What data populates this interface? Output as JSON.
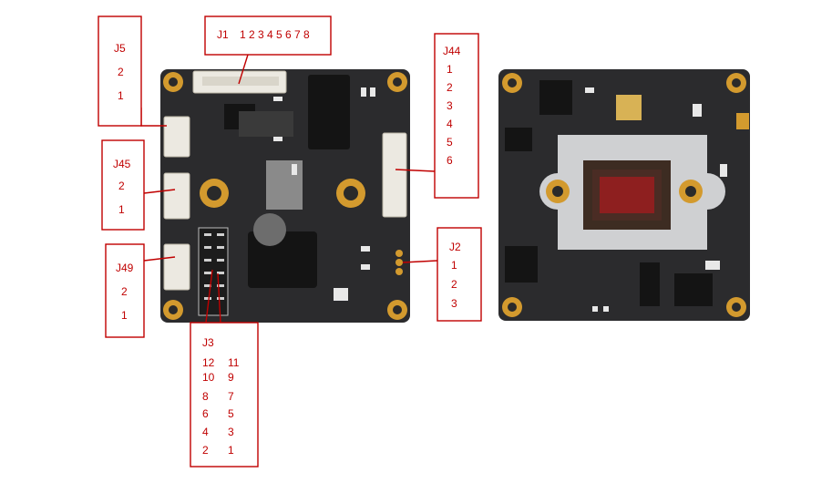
{
  "labels": {
    "j5": {
      "name": "J5",
      "pins": [
        "2",
        "1"
      ]
    },
    "j1": {
      "name": "J1",
      "pins": "1 2 3 4 5 6 7 8"
    },
    "j44": {
      "name": "J44",
      "pins": [
        "1",
        "2",
        "3",
        "4",
        "5",
        "6"
      ]
    },
    "j45": {
      "name": "J45",
      "pins": [
        "2",
        "1"
      ]
    },
    "j49": {
      "name": "J49",
      "pins": [
        "2",
        "1"
      ]
    },
    "j2": {
      "name": "J2",
      "pins": [
        "1",
        "2",
        "3"
      ]
    },
    "j3": {
      "name": "J3",
      "rows": [
        [
          "12",
          "11"
        ],
        [
          "10",
          "9"
        ],
        [
          "8",
          "7"
        ],
        [
          "6",
          "5"
        ],
        [
          "4",
          "3"
        ],
        [
          "2",
          "1"
        ]
      ]
    }
  },
  "colors": {
    "annotation": "#c00000",
    "pcb": "#2b2b2d",
    "pad": "#d39a2e",
    "sensor_plate": "#cfd0d2"
  }
}
